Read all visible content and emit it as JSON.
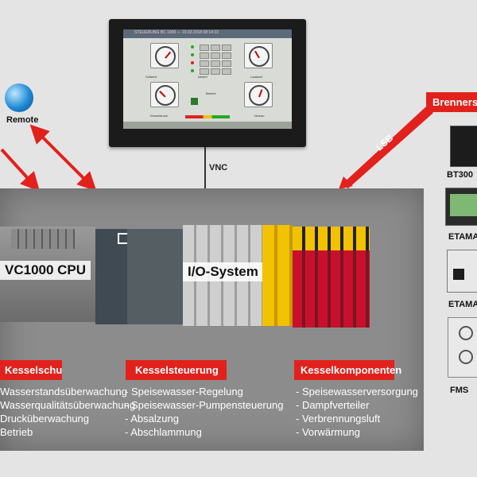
{
  "hmi": {
    "title_text": "STEUERUNG BC 1000 — 19.02.2018 08:14:23",
    "gauge_labels": [
      "Sollwert",
      "Istwert",
      "Lastwert"
    ],
    "center_label": "Betrieb",
    "bottom_labels": [
      "Kesseldruck",
      "Niveau"
    ]
  },
  "connections": {
    "vnc": "VNC",
    "lsb": "LSB",
    "remote": "Remote"
  },
  "main": {
    "cpu_label": "VC1000 CPU",
    "io_label": "I/O-System"
  },
  "groups": [
    {
      "heading": "Kesselschutz",
      "items": [
        "Wasserstandsüberwachung",
        "Wasserqualitätsüberwachung",
        "Drucküberwachung",
        "Betrieb"
      ]
    },
    {
      "heading": "Kesselsteuerung",
      "items": [
        "- Speisewasser-Regelung",
        "- Speisewasser-Pumpensteuerung",
        "- Absalzung",
        "- Abschlammung"
      ]
    },
    {
      "heading": "Kesselkomponenten",
      "items": [
        "- Speisewasserversorgung",
        "- Dampfverteiler",
        "- Verbrennungsluft",
        "- Vorwärmung"
      ]
    }
  ],
  "right_devices": {
    "heading": "Brennersteuerung",
    "items": [
      "BT300",
      "ETAMA",
      "ETAMA",
      "FMS"
    ]
  },
  "colors": {
    "accent": "#e2211c",
    "panel": "#8c8c8c",
    "background": "#e4e4e4",
    "safety_yellow": "#f2c200"
  }
}
